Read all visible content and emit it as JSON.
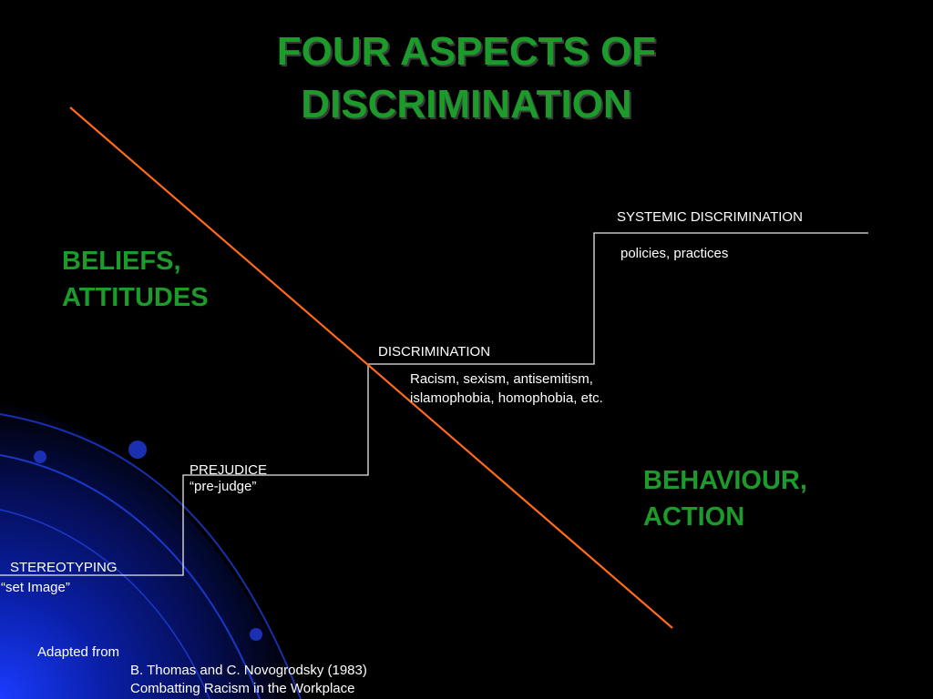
{
  "slide": {
    "title_line1": "FOUR ASPECTS OF",
    "title_line2": "DISCRIMINATION",
    "left_heading_line1": "BELIEFS,",
    "left_heading_line2": "ATTITUDES",
    "right_heading_line1": "BEHAVIOUR,",
    "right_heading_line2": "ACTION"
  },
  "steps": [
    {
      "label": "STEREOTYPING",
      "sublabel": "“set Image”"
    },
    {
      "label": "PREJUDICE",
      "sublabel": "“pre-judge”"
    },
    {
      "label": "DISCRIMINATION",
      "sublabel": "Racism, sexism, antisemitism, islamophobia, homophobia, etc."
    },
    {
      "label": "SYSTEMIC DISCRIMINATION",
      "sublabel": "policies, practices"
    }
  ],
  "credit": {
    "line1": "Adapted from",
    "line2": "B. Thomas and C. Novogrodsky (1983)",
    "line3": "Combatting Racism in the Workplace"
  },
  "colors": {
    "background": "#000000",
    "heading_green": "#1c9a2a",
    "divider_orange": "#ff6a1a",
    "staircase_line": "#e8e8e8",
    "decor_blue": "#1030c0"
  }
}
